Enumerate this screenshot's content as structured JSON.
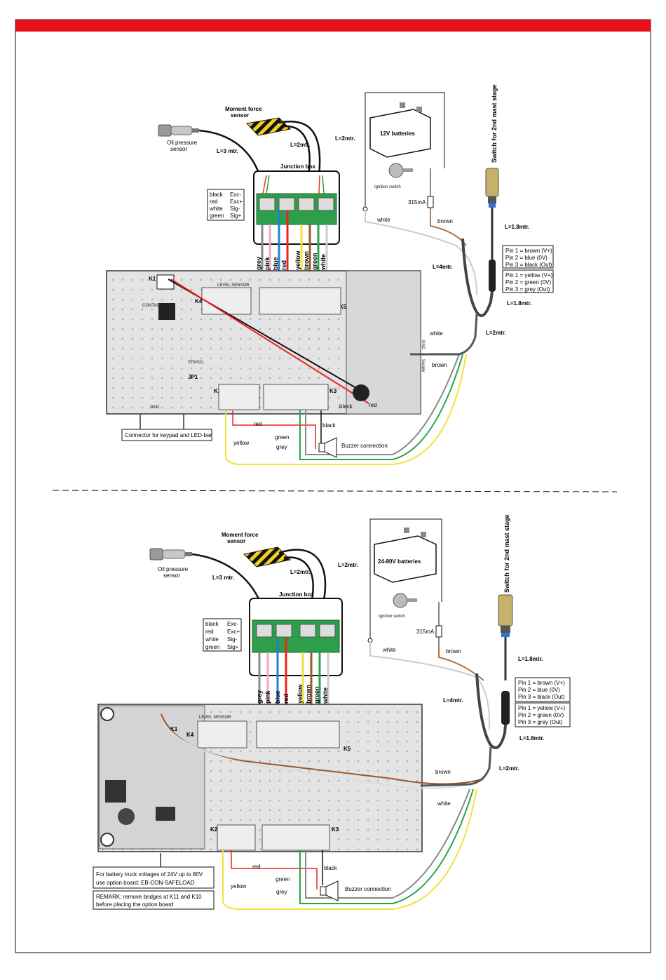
{
  "header": {
    "bar_color": "#e8101a"
  },
  "top": {
    "moment_sensor": [
      "Moment force",
      "sensor"
    ],
    "oil_sensor": [
      "Oil pressure",
      "sensor"
    ],
    "len_oil": "L=3 mtr.",
    "len_moment_a": "L=2mtr.",
    "len_moment_b": "L=2mtr.",
    "junction_box": "Junction box",
    "legend_colors": [
      "black",
      "red",
      "white",
      "green"
    ],
    "legend_pins": [
      "Exc-",
      "Exc+",
      "Sig-",
      "Sig+"
    ],
    "battery": "12V batteries",
    "ignition": "Ignition switch",
    "fuse": "315mA",
    "white": "white",
    "brown": "brown",
    "switch_label": "Switch for 2nd mast stage",
    "len_switch": "L=1.8mtr.",
    "pins_a": [
      "Pin 1 = brown (V+)",
      "Pin 2 = blue (0V)",
      "Pin 3 = black (Out)"
    ],
    "pins_b": [
      "Pin 1 = yellow (V+)",
      "Pin 2 = green  (0V)",
      "Pin 3 = grey  (Out)"
    ],
    "len_4m": "L=4mtr.",
    "len_18b": "L=1.8mtr.",
    "len_2m": "L=2mtr.",
    "wire_cols_left": [
      "grey",
      "pink",
      "blue",
      "red"
    ],
    "wire_cols_right": [
      "yellow",
      "brown",
      "green",
      "white"
    ],
    "white2": "white",
    "brown2": "brown",
    "gnd": "GND",
    "supply": "Supply",
    "k1": "K1",
    "k2": "K2",
    "k3": "K3",
    "k4": "K4",
    "k5": "K5",
    "contact": "CONTACT",
    "level_sensor": "LEVEL SENSOR",
    "jp1": "JP1",
    "stm": "STM32L",
    "black": "black",
    "red": "red",
    "red_wire": "red",
    "black_wire": "black",
    "green_wire": "green",
    "grey_wire": "grey",
    "yellow_wire": "yellow",
    "buzzer": "Buzzer connection",
    "connector_note": "Connector for keypad and LED-bar",
    "gnd_bottom": "GND"
  },
  "bottom": {
    "moment_sensor": [
      "Moment force",
      "sensor"
    ],
    "oil_sensor": [
      "Oil pressure",
      "sensor"
    ],
    "len_oil": "L=3 mtr.",
    "len_moment_a": "L=2mtr.",
    "len_moment_b": "L=2mtr.",
    "junction_box": "Junction box",
    "legend_colors": [
      "black",
      "red",
      "white",
      "green"
    ],
    "legend_pins": [
      "Exc-",
      "Exc+",
      "Sig-",
      "Sig+"
    ],
    "battery": "24-80V batteries",
    "ignition": "Ignition switch",
    "fuse": "315mA",
    "white": "white",
    "brown": "brown",
    "switch_label": "Switch for 2nd mast stage",
    "len_switch": "L=1.8mtr.",
    "pins_a": [
      "Pin 1 = brown (V+)",
      "Pin 2 = blue (0V)",
      "Pin 3 = black (Out)"
    ],
    "pins_b": [
      "Pin 1 = yellow (V+)",
      "Pin 2 = green  (0V)",
      "Pin 3 = grey   (Out)"
    ],
    "len_4m": "L=4mtr.",
    "len_18b": "L=1.8mtr.",
    "len_2m": "L=2mtr.",
    "wire_cols_left": [
      "grey",
      "pink",
      "blue",
      "red"
    ],
    "wire_cols_right": [
      "yellow",
      "brown",
      "green",
      "white"
    ],
    "brown2": "brown",
    "white2": "white",
    "k1": "K1",
    "k2": "K2",
    "k3": "K3",
    "k4": "K4",
    "k5": "K5",
    "level_sensor": "LEVEL SENSOR",
    "red_wire": "red",
    "black_wire": "black",
    "green_wire": "green",
    "grey_wire": "grey",
    "yellow_wire": "yellow",
    "buzzer": "Buzzer connection",
    "option_note": [
      "For battery truck voltages of 24V up to 80V",
      "use option board: EB-CON-SAFELOAD"
    ],
    "remark_note": [
      "REMARK: remove bridges at K11 and K10",
      "before placing the option board"
    ]
  }
}
